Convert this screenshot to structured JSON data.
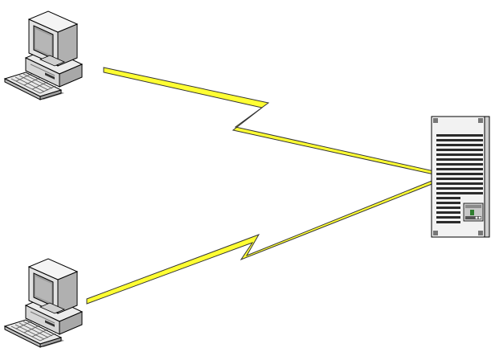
{
  "diagram": {
    "type": "network",
    "nodes": [
      {
        "id": "workstation-1",
        "kind": "desktop-computer"
      },
      {
        "id": "workstation-2",
        "kind": "desktop-computer"
      },
      {
        "id": "server-1",
        "kind": "tower-server"
      }
    ],
    "links": [
      {
        "from": "workstation-1",
        "to": "server-1",
        "style": "lightning-bolt"
      },
      {
        "from": "workstation-2",
        "to": "server-1",
        "style": "lightning-bolt"
      }
    ],
    "colors": {
      "link_fill": "#ffff33",
      "link_stroke": "#333333",
      "computer_body": "#e4e4e4",
      "computer_shade": "#b9b9b9",
      "monitor_screen": "#a4a4a4",
      "server_body": "#f0f0f0",
      "server_vents": "#2a2a2a",
      "outline": "#000000"
    }
  }
}
